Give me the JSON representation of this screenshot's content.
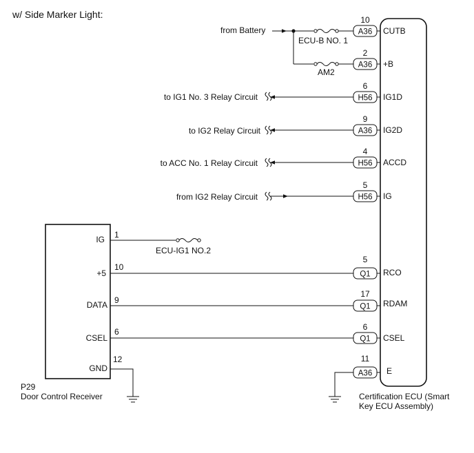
{
  "heading": "w/ Side Marker Light:",
  "ecu": {
    "label_line1": "Certification ECU (Smart",
    "label_line2": "Key ECU Assembly)"
  },
  "receiver": {
    "code": "P29",
    "name": "Door Control Receiver"
  },
  "ecu_terminals": [
    {
      "pin": "10",
      "connector": "A36",
      "name": "CUTB",
      "source": "from Battery",
      "fuse": "ECU-B NO. 1"
    },
    {
      "pin": "2",
      "connector": "A36",
      "name": "+B",
      "fuse": "AM2"
    },
    {
      "pin": "6",
      "connector": "H56",
      "name": "IG1D",
      "source": "to IG1 No. 3 Relay Circuit"
    },
    {
      "pin": "9",
      "connector": "A36",
      "name": "IG2D",
      "source": "to IG2 Relay Circuit"
    },
    {
      "pin": "4",
      "connector": "H56",
      "name": "ACCD",
      "source": "to ACC No. 1 Relay Circuit"
    },
    {
      "pin": "5",
      "connector": "H56",
      "name": "IG",
      "source": "from IG2 Relay Circuit"
    },
    {
      "pin": "5",
      "connector": "Q1",
      "name": "RCO"
    },
    {
      "pin": "17",
      "connector": "Q1",
      "name": "RDAM"
    },
    {
      "pin": "6",
      "connector": "Q1",
      "name": "CSEL"
    },
    {
      "pin": "11",
      "connector": "A36",
      "name": "E"
    }
  ],
  "receiver_terminals": [
    {
      "name": "IG",
      "pin": "1",
      "fuse": "ECU-IG1 NO.2"
    },
    {
      "name": "+5",
      "pin": "10"
    },
    {
      "name": "DATA",
      "pin": "9"
    },
    {
      "name": "CSEL",
      "pin": "6"
    },
    {
      "name": "GND",
      "pin": "12"
    }
  ]
}
